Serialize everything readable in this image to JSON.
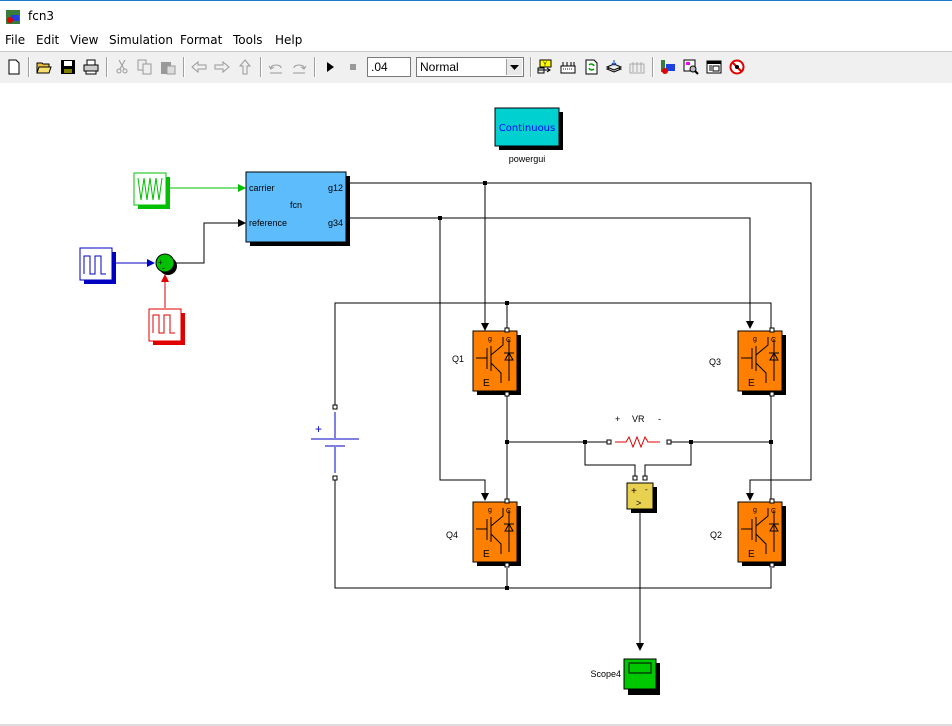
{
  "window": {
    "title": "fcn3",
    "app_icon": "simulink-model-icon"
  },
  "menubar": {
    "items": [
      "File",
      "Edit",
      "View",
      "Simulation",
      "Format",
      "Tools",
      "Help"
    ]
  },
  "toolbar": {
    "buttons": [
      {
        "name": "new-model",
        "icon": "new-document-icon",
        "enabled": true
      },
      {
        "name": "open",
        "icon": "open-folder-icon",
        "enabled": true
      },
      {
        "name": "save",
        "icon": "save-disk-icon",
        "enabled": true
      },
      {
        "name": "print",
        "icon": "printer-icon",
        "enabled": true
      },
      {
        "name": "cut",
        "icon": "scissors-icon",
        "enabled": false
      },
      {
        "name": "copy",
        "icon": "copy-icon",
        "enabled": false
      },
      {
        "name": "paste",
        "icon": "paste-icon",
        "enabled": false
      },
      {
        "name": "back",
        "icon": "arrow-left-icon",
        "enabled": false
      },
      {
        "name": "forward",
        "icon": "arrow-right-icon",
        "enabled": false
      },
      {
        "name": "up",
        "icon": "arrow-up-icon",
        "enabled": false
      },
      {
        "name": "undo",
        "icon": "undo-icon",
        "enabled": false
      },
      {
        "name": "redo",
        "icon": "redo-icon",
        "enabled": false
      },
      {
        "name": "start-simulation",
        "icon": "play-icon",
        "enabled": true
      },
      {
        "name": "stop-simulation",
        "icon": "stop-icon",
        "enabled": false
      },
      {
        "name": "build",
        "icon": "build-icon",
        "enabled": true
      },
      {
        "name": "update-diagram",
        "icon": "update-diagram-icon",
        "enabled": true
      },
      {
        "name": "refresh",
        "icon": "refresh-icon",
        "enabled": true
      },
      {
        "name": "library-browser",
        "icon": "library-stack-icon",
        "enabled": true
      },
      {
        "name": "disabled-tool",
        "icon": "grid-icon",
        "enabled": false
      },
      {
        "name": "model-browser",
        "icon": "model-explorer-icon",
        "enabled": true
      },
      {
        "name": "debugger",
        "icon": "debug-magnifier-icon",
        "enabled": true
      },
      {
        "name": "model-advisor",
        "icon": "advisor-window-icon",
        "enabled": true
      },
      {
        "name": "no-entry",
        "icon": "no-bug-icon",
        "enabled": true
      }
    ],
    "stop_time": ".04",
    "sim_mode": "Normal"
  },
  "diagram": {
    "powergui": {
      "label": "Continuous",
      "name": "powergui"
    },
    "fcn_block": {
      "name": "fcn",
      "inputs": [
        "carrier",
        "reference"
      ],
      "outputs": [
        "g12",
        "g34"
      ]
    },
    "sources": {
      "carrier": {
        "icon": "triangle-wave-icon",
        "color": "#00c000"
      },
      "pulse_blue": {
        "icon": "pulse-generator-icon",
        "color": "#0000c0"
      },
      "pulse_red": {
        "icon": "pulse-generator-icon",
        "color": "#e00000"
      }
    },
    "sum_block": {
      "signs": [
        "+",
        "-"
      ],
      "color": "#00c000"
    },
    "igbts": [
      {
        "label": "Q1",
        "gate": "g",
        "collector": "C",
        "emitter": "E"
      },
      {
        "label": "Q3",
        "gate": "g",
        "collector": "C",
        "emitter": "E"
      },
      {
        "label": "Q4",
        "gate": "g",
        "collector": "C",
        "emitter": "E"
      },
      {
        "label": "Q2",
        "gate": "g",
        "collector": "C",
        "emitter": "E"
      }
    ],
    "dc_source": {
      "plus": "+"
    },
    "resistor": {
      "label": "VR",
      "plus": "+",
      "minus": "-"
    },
    "voltage_measurement": {
      "plus": "+",
      "minus": "-",
      "output": ">"
    },
    "scope": {
      "label": "Scope4"
    },
    "colors": {
      "fcn_fill": "#5dbcfb",
      "powergui_fill": "#00d0d0",
      "powergui_text": "#0000ff",
      "igbt_fill": "#ff8000",
      "vm_fill": "#e8d050",
      "scope_fill": "#00c800",
      "battery": "#0000c0",
      "resistor": "#e00000"
    }
  }
}
